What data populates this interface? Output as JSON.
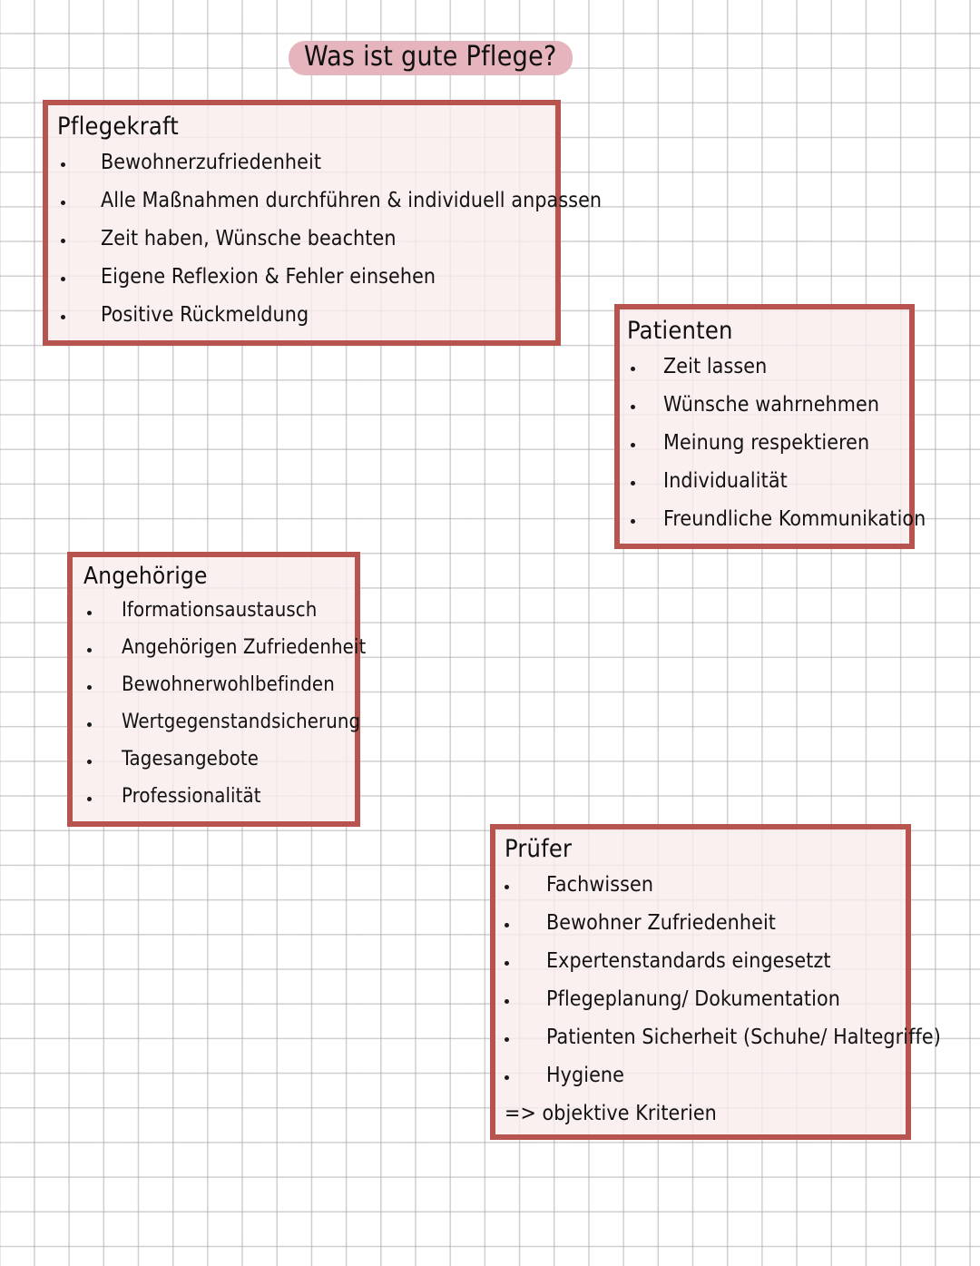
{
  "page": {
    "background": "grid-paper",
    "paper_color": "#ffffff",
    "grid_line_color": "#a8a8ac"
  },
  "title": {
    "text": "Was ist gute Pflege?",
    "highlight_color": "#e6b4bc",
    "text_color": "#101010"
  },
  "style": {
    "box_border_color": "#b8544f",
    "box_fill_color": "#f9ecec",
    "text_color": "#121212"
  },
  "boxes": [
    {
      "id": "pflegekraft",
      "title": "Pflegekraft",
      "items": [
        "Bewohnerzufriedenheit",
        "Alle Maßnahmen durchführen & individuell anpassen",
        "Zeit haben, Wünsche beachten",
        "Eigene Reflexion & Fehler einsehen",
        "Positive Rückmeldung"
      ],
      "conclusion": ""
    },
    {
      "id": "patienten",
      "title": "Patienten",
      "items": [
        "Zeit lassen",
        "Wünsche wahrnehmen",
        "Meinung respektieren",
        "Individualität",
        "Freundliche Kommunikation"
      ],
      "conclusion": ""
    },
    {
      "id": "angehoerige",
      "title": "Angehörige",
      "items": [
        "Iformationsaustausch",
        "Angehörigen Zufriedenheit",
        "Bewohnerwohlbefinden",
        "Wertgegenstandsicherung",
        "Tagesangebote",
        "Professionalität"
      ],
      "conclusion": ""
    },
    {
      "id": "pruefer",
      "title": "Prüfer",
      "items": [
        "Fachwissen",
        "Bewohner Zufriedenheit",
        "Expertenstandards eingesetzt",
        "Pflegeplanung/ Dokumentation",
        "Patienten Sicherheit (Schuhe/ Haltegriffe)",
        "Hygiene"
      ],
      "conclusion": "=> objektive Kriterien"
    }
  ]
}
